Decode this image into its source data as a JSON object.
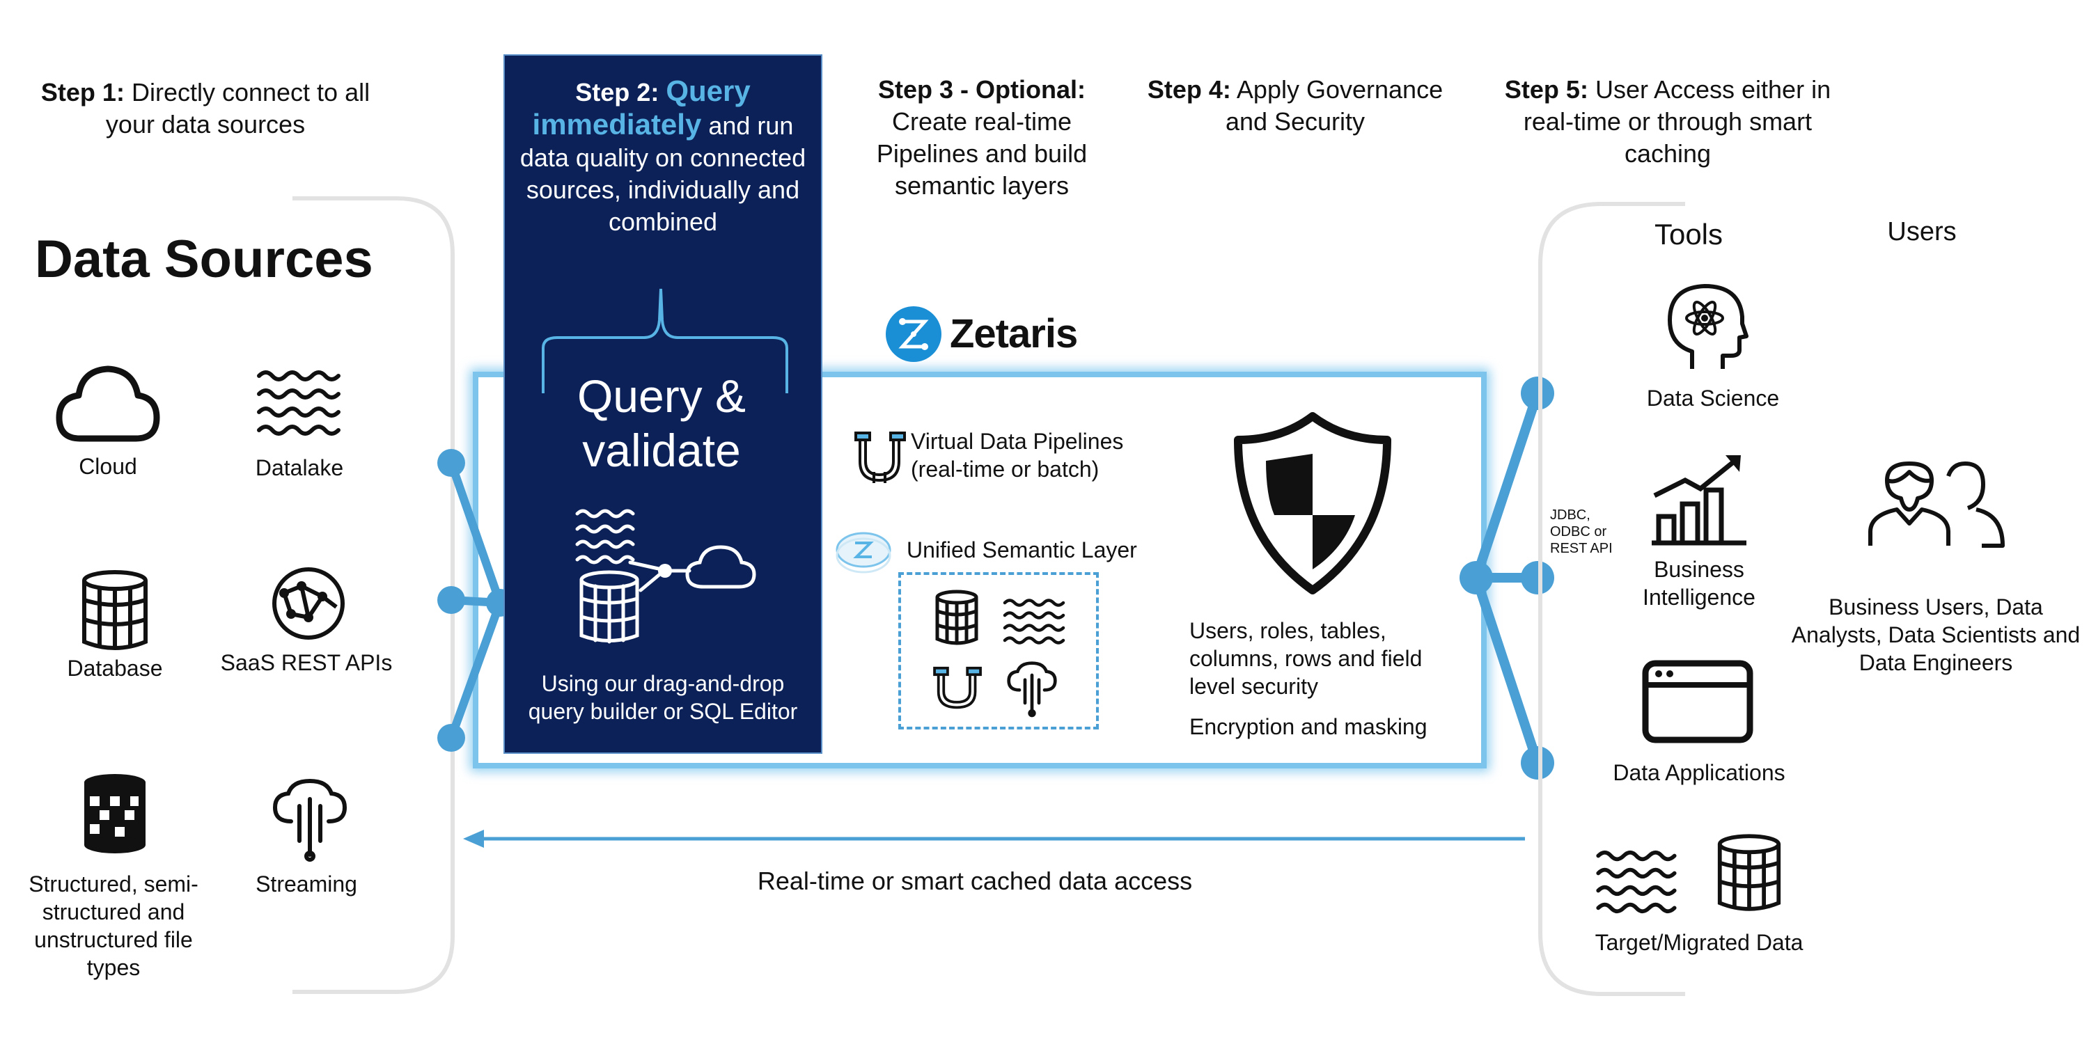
{
  "steps": {
    "s1_bold": "Step 1:",
    "s1_rest": "Directly connect to all your data sources",
    "s2_bold": "Step 2:",
    "s2_accent": "Query immediately",
    "s2_rest": "and run data quality on connected sources, individually and combined",
    "s3_bold": "Step 3 - Optional:",
    "s3_rest": "Create real-time Pipelines and build semantic layers",
    "s4_bold": "Step 4:",
    "s4_rest": "Apply Governance and Security",
    "s5_bold": "Step 5:",
    "s5_rest": "User Access either in real-time or  through smart caching"
  },
  "sources": {
    "title": "Data Sources",
    "cloud": "Cloud",
    "datalake": "Datalake",
    "database": "Database",
    "saas": "SaaS REST APIs",
    "structured": "Structured, semi-structured and unstructured file types",
    "streaming": "Streaming"
  },
  "query": {
    "title": "Query & validate",
    "caption": "Using our drag-and-drop query builder or SQL Editor"
  },
  "brand": {
    "name": "Zetaris",
    "color": "#1a8fd6"
  },
  "platform": {
    "pipelines": "Virtual Data Pipelines (real-time or batch)",
    "semantic": "Unified Semantic Layer",
    "security": "Users, roles, tables, columns, rows and field level security",
    "encryption": "Encryption and masking"
  },
  "access": {
    "protocols": "JDBC, ODBC or REST API",
    "tools_title": "Tools",
    "users_title": "Users",
    "data_science": "Data Science",
    "bi": "Business Intelligence",
    "apps": "Data Applications",
    "target": "Target/Migrated Data",
    "users_desc": "Business Users, Data Analysts, Data Scientists and Data Engineers"
  },
  "flow": {
    "arrow_label": "Real-time or smart cached data access"
  },
  "colors": {
    "accent": "#59b4e6",
    "navy": "#0c2157",
    "line": "#4a9fd4"
  }
}
